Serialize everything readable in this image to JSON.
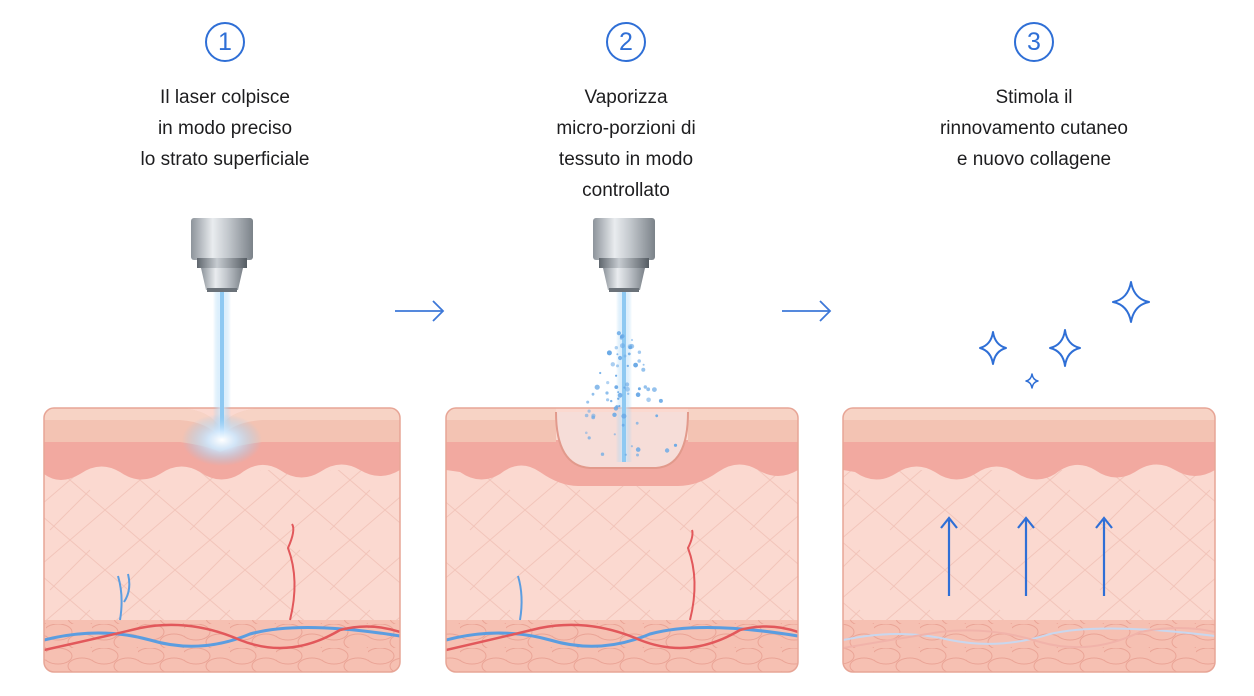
{
  "colors": {
    "accent": "#2f6fd6",
    "epidermis": "#f3b8ab",
    "dermis": "#fbd9d0",
    "hypodermis": "#f6c0b2",
    "laser_beam": "#8ec9f2",
    "vein": "#5b9de0",
    "artery": "#e2585b"
  },
  "steps": [
    {
      "number": "1",
      "lines": [
        "Il laser colpisce",
        "in modo preciso",
        "lo strato superficiale"
      ],
      "illustration": "laser-handpiece-striking-skin"
    },
    {
      "number": "2",
      "lines": [
        "Vaporizza",
        "micro-porzioni di",
        "tessuto in modo",
        "controllato"
      ],
      "illustration": "laser-vaporizing-tissue"
    },
    {
      "number": "3",
      "lines": [
        "Stimola il",
        "rinnovamento cutaneo",
        "e nuovo collagene"
      ],
      "illustration": "skin-renewal-with-sparkles"
    }
  ],
  "icons": {
    "between_steps": "arrow-right-icon",
    "renewal": "arrow-up-icon",
    "sparkle": "sparkle-icon"
  }
}
